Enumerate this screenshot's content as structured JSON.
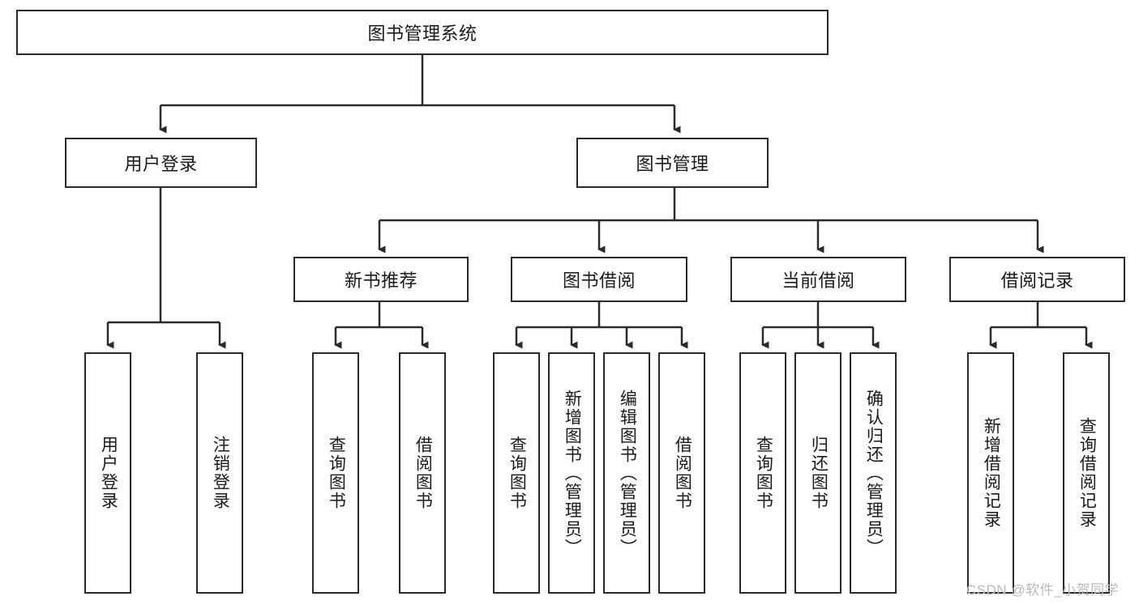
{
  "diagram": {
    "title": "图书管理系统",
    "type": "tree-hierarchy-chart",
    "stroke_color": "#2b2b2b",
    "background_color": "#ffffff",
    "text_color": "#1a1a1a"
  },
  "root": {
    "label": "图书管理系统"
  },
  "level2": [
    {
      "label": "用户登录"
    },
    {
      "label": "图书管理"
    }
  ],
  "level3": [
    {
      "label": "新书推荐"
    },
    {
      "label": "图书借阅"
    },
    {
      "label": "当前借阅"
    },
    {
      "label": "借阅记录"
    }
  ],
  "leaves": {
    "user_login": [
      {
        "label": "用户登录"
      },
      {
        "label": "注销登录"
      }
    ],
    "new_book_recommend": [
      {
        "label": "查询图书"
      },
      {
        "label": "借阅图书"
      }
    ],
    "book_borrow": [
      {
        "label": "查询图书"
      },
      {
        "label": "新增图书（管理员）"
      },
      {
        "label": "编辑图书（管理员）"
      },
      {
        "label": "借阅图书"
      }
    ],
    "current_borrow": [
      {
        "label": "查询图书"
      },
      {
        "label": "归还图书"
      },
      {
        "label": "确认归还（管理员）"
      }
    ],
    "borrow_record": [
      {
        "label": "新增借阅记录"
      },
      {
        "label": "查询借阅记录"
      }
    ]
  },
  "watermark": {
    "text": "CSDN @软件_小贺同学"
  }
}
